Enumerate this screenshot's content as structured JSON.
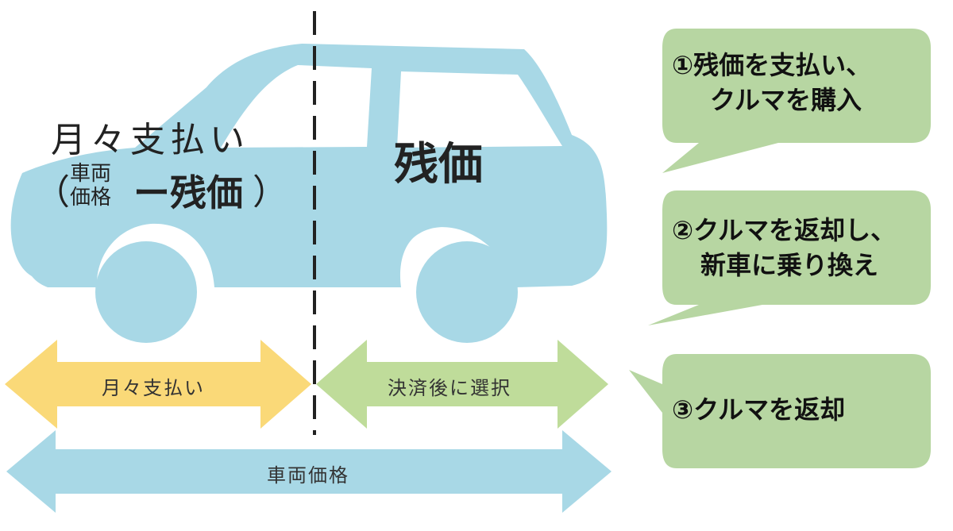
{
  "car": {
    "left_label": "月々支払い",
    "left_paren_open": "（",
    "left_stack_top": "車両",
    "left_stack_bottom": "価格",
    "left_minus_value": "ー残価",
    "left_paren_close": "）",
    "right_label": "残価"
  },
  "arrows": {
    "monthly": "月々支払い",
    "after_settlement": "決済後に選択",
    "vehicle_price": "車両価格"
  },
  "options": [
    {
      "line1": "①残価を支払い、",
      "line2": "クルマを購入"
    },
    {
      "line1": "②クルマを返却し、",
      "line2": "新車に乗り換え"
    },
    {
      "line1": "③クルマを返却",
      "line2": ""
    }
  ],
  "colors": {
    "car": "#a8d8e6",
    "monthly_arrow": "#fad978",
    "settlement_arrow": "#bfdc9a",
    "price_arrow": "#a8d8e6",
    "bubble": "#b7d6a2"
  }
}
